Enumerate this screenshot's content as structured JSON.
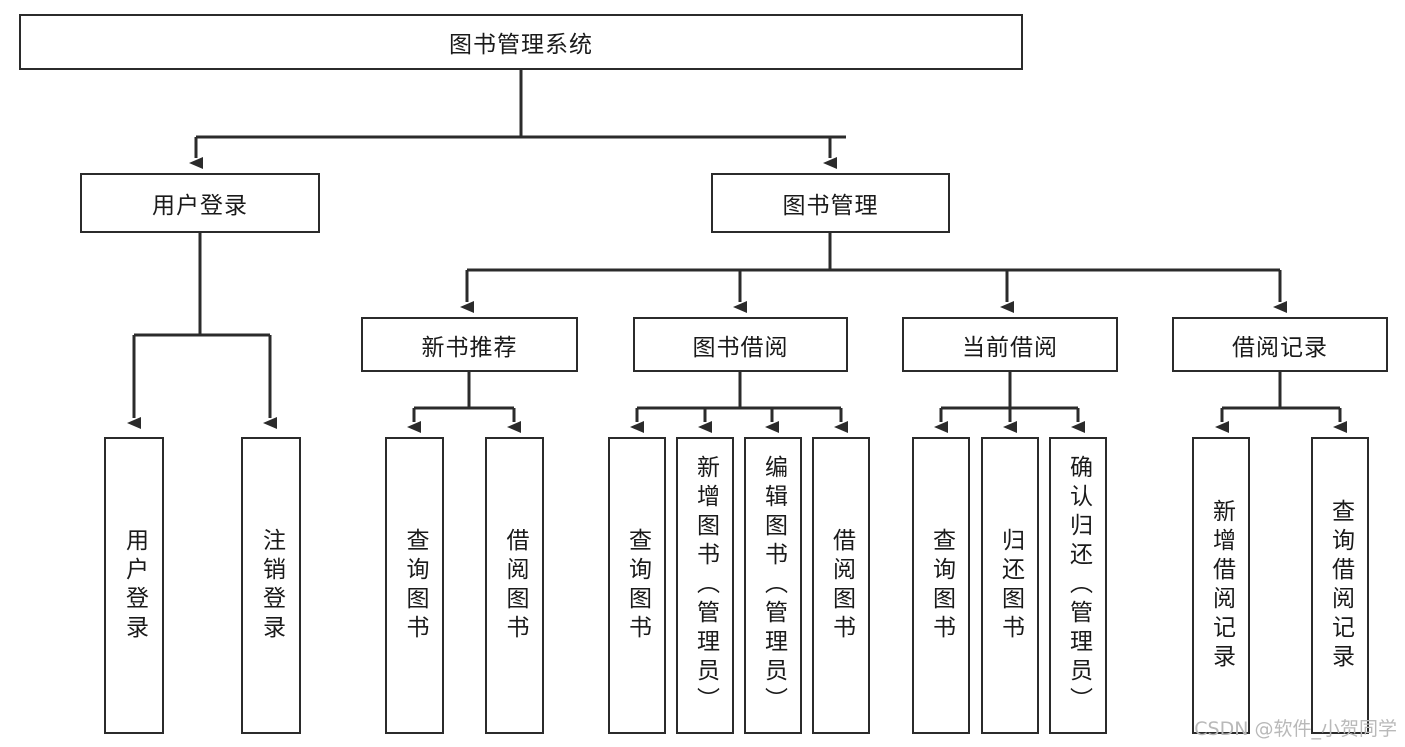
{
  "diagram": {
    "title": "图书管理系统",
    "root": {
      "id": "root",
      "label": "图书管理系统"
    },
    "level1": [
      {
        "id": "user-login",
        "label": "用户登录"
      },
      {
        "id": "book-manage",
        "label": "图书管理"
      }
    ],
    "level2": [
      {
        "id": "new-book-recommend",
        "label": "新书推荐",
        "parent": "book-manage"
      },
      {
        "id": "book-borrow",
        "label": "图书借阅",
        "parent": "book-manage"
      },
      {
        "id": "current-borrow",
        "label": "当前借阅",
        "parent": "book-manage"
      },
      {
        "id": "borrow-record",
        "label": "借阅记录",
        "parent": "book-manage"
      }
    ],
    "leaves": [
      {
        "id": "leaf-user-login",
        "label": "用户登录",
        "parent": "user-login"
      },
      {
        "id": "leaf-logout-login",
        "label": "注销登录",
        "parent": "user-login"
      },
      {
        "id": "leaf-query-book-1",
        "label": "查询图书",
        "parent": "new-book-recommend"
      },
      {
        "id": "leaf-borrow-book-1",
        "label": "借阅图书",
        "parent": "new-book-recommend"
      },
      {
        "id": "leaf-query-book-2",
        "label": "查询图书",
        "parent": "book-borrow"
      },
      {
        "id": "leaf-add-book-admin",
        "label": "新增图书（管理员）",
        "parent": "book-borrow"
      },
      {
        "id": "leaf-edit-book-admin",
        "label": "编辑图书（管理员）",
        "parent": "book-borrow"
      },
      {
        "id": "leaf-borrow-book-2",
        "label": "借阅图书",
        "parent": "book-borrow"
      },
      {
        "id": "leaf-query-book-3",
        "label": "查询图书",
        "parent": "current-borrow"
      },
      {
        "id": "leaf-return-book",
        "label": "归还图书",
        "parent": "current-borrow"
      },
      {
        "id": "leaf-confirm-return-admin",
        "label": "确认归还（管理员）",
        "parent": "current-borrow"
      },
      {
        "id": "leaf-add-borrow-record",
        "label": "新增借阅记录",
        "parent": "borrow-record"
      },
      {
        "id": "leaf-query-borrow-record",
        "label": "查询借阅记录",
        "parent": "borrow-record"
      }
    ],
    "watermark": "CSDN @软件_小贺同学",
    "colors": {
      "stroke": "#2b2b2b",
      "background": "#ffffff",
      "text": "#1a1a1a",
      "watermark": "#b9b9b9"
    }
  }
}
